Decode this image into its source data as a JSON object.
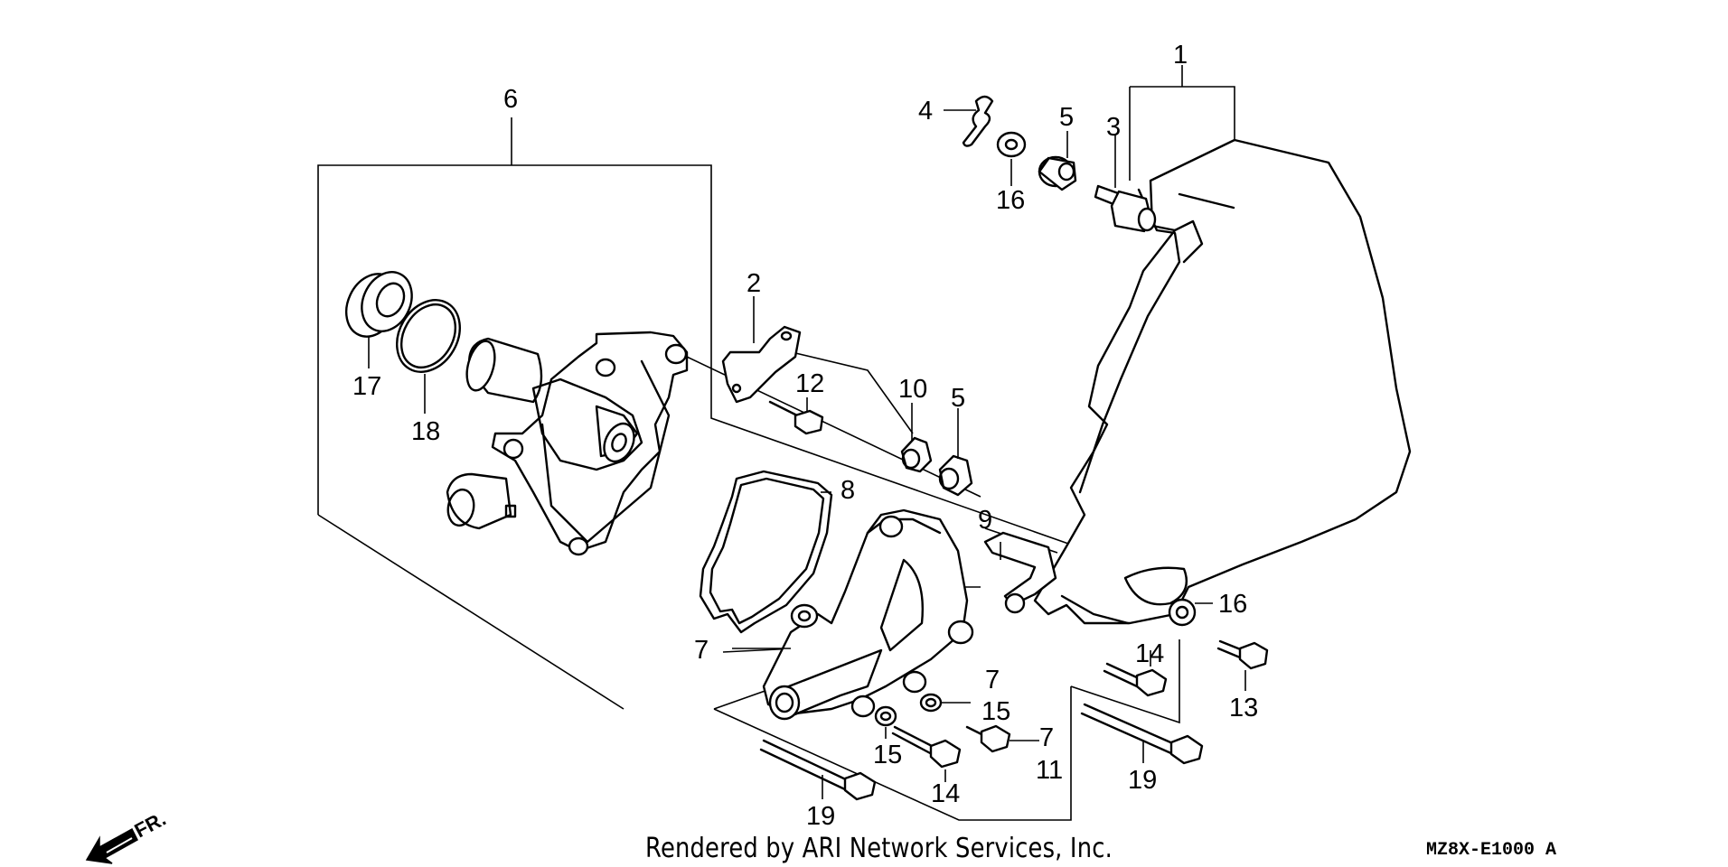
{
  "callouts": {
    "c1": "1",
    "c2": "2",
    "c3": "3",
    "c4": "4",
    "c5a": "5",
    "c5b": "5",
    "c6": "6",
    "c7a": "7",
    "c7b": "7",
    "c7c": "7",
    "c8": "8",
    "c9": "9",
    "c10": "10",
    "c11": "11",
    "c12": "12",
    "c13": "13",
    "c14a": "14",
    "c14b": "14",
    "c15a": "15",
    "c15b": "15",
    "c16a": "16",
    "c16b": "16",
    "c17": "17",
    "c18": "18",
    "c19a": "19",
    "c19b": "19"
  },
  "direction_label": "FR.",
  "footer": {
    "credit": "Rendered by ARI Network Services, Inc.",
    "code": "MZ8X-E1000 A"
  }
}
